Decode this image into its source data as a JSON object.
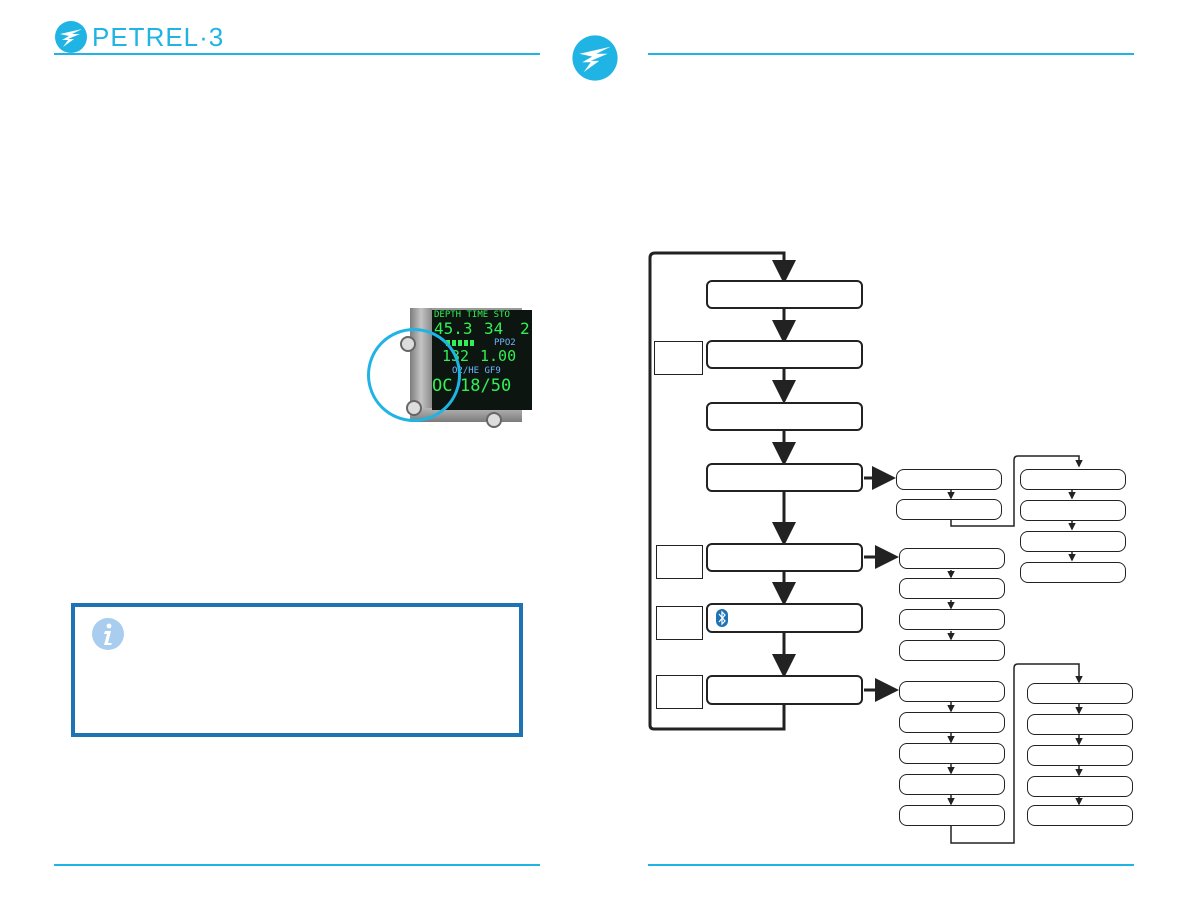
{
  "header": {
    "brand_text": "PETREL·3"
  },
  "colors": {
    "accent": "#1fb4e4",
    "note_border": "#1e73b4",
    "screen_green": "#33ee55",
    "screen_blue": "#6fb7ff"
  },
  "icons": {
    "logo": "petrel-bird-icon",
    "info": "info-icon",
    "bluetooth": "bluetooth-icon"
  },
  "device_screen": {
    "row1_labels": "DEPTH TIME STO",
    "row1_values": [
      "45.3",
      "34",
      "2"
    ],
    "row2_label": "PPO2",
    "row2_values": [
      "132",
      "1.00"
    ],
    "row3_labels": "O2/HE  GF9",
    "row3_values": [
      "OC",
      "18/50"
    ]
  }
}
